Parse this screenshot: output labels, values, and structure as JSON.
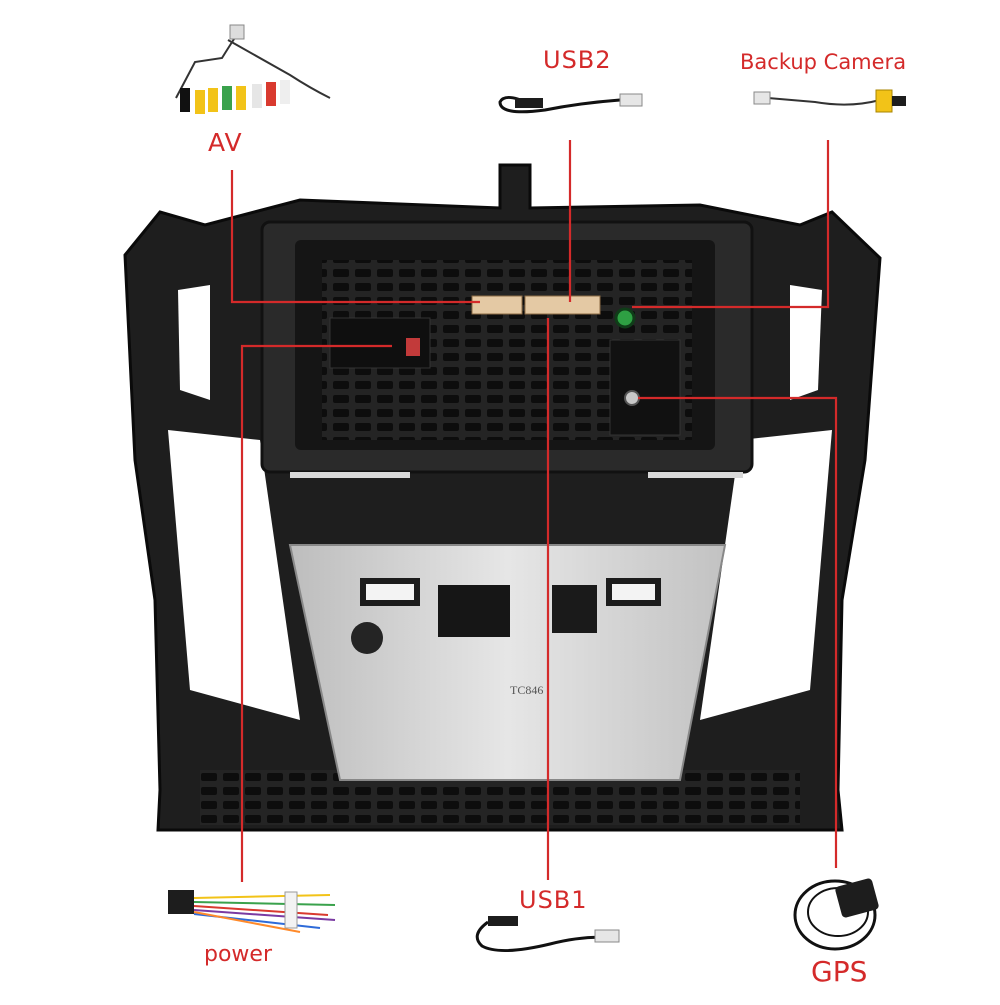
{
  "labels": {
    "av": "AV",
    "usb2": "USB2",
    "backup_camera": "Backup Camera",
    "usb1": "USB1",
    "power": "power",
    "gps": "GPS"
  },
  "panel_marking": "TC846",
  "colors": {
    "callout": "#d42a2a",
    "frame": "#1c1c1c",
    "plate": "#cfcfcf"
  },
  "icons": [
    "av-cable-icon",
    "usb-cable-icon",
    "camera-cable-icon",
    "power-harness-icon",
    "gps-antenna-icon"
  ]
}
